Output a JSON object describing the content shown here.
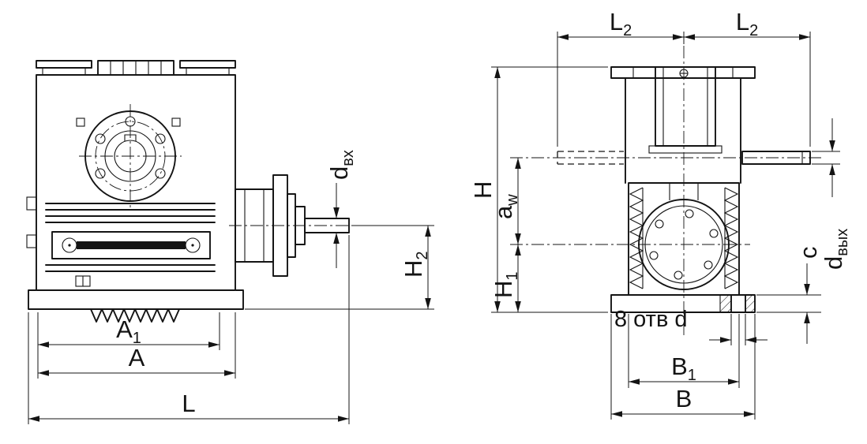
{
  "drawing": {
    "background": "#ffffff",
    "line_color": "#141414",
    "dimensions": {
      "a1": {
        "main": "A",
        "sub": "1"
      },
      "a": {
        "main": "A",
        "sub": ""
      },
      "l": {
        "main": "L",
        "sub": ""
      },
      "d_in": {
        "main": "d",
        "sub": "вх"
      },
      "h2": {
        "main": "H",
        "sub": "2"
      },
      "l2_left": {
        "main": "L",
        "sub": "2"
      },
      "l2_right": {
        "main": "L",
        "sub": "2"
      },
      "h": {
        "main": "H",
        "sub": ""
      },
      "aw": {
        "main": "a",
        "sub": "w"
      },
      "h1": {
        "main": "H",
        "sub": "1"
      },
      "d_out": {
        "main": "d",
        "sub": "вых"
      },
      "c": {
        "main": "c",
        "sub": ""
      },
      "holes_note": "8 отв d",
      "b1": {
        "main": "B",
        "sub": "1"
      },
      "b": {
        "main": "B",
        "sub": ""
      }
    }
  }
}
